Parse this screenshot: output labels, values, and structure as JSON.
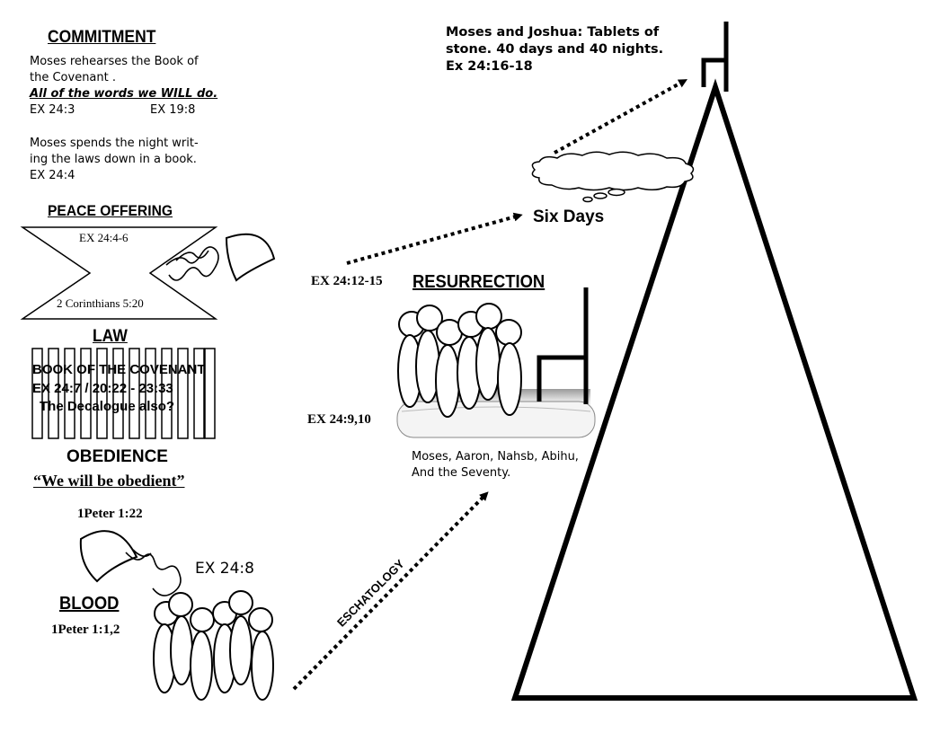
{
  "commitment": {
    "heading": "COMMITMENT",
    "line1": "Moses rehearses the Book of",
    "line2": "the Covenant .",
    "emphasis": "All of the words we WILL do.",
    "ref_a": "EX 24:3",
    "ref_b": "EX 19:8",
    "night1": "Moses spends the night writ-",
    "night2": "ing the laws down in a book.",
    "night_ref": "EX 24:4"
  },
  "peace_offering": {
    "heading": "PEACE OFFERING",
    "ref_top": "EX 24:4-6",
    "ref_bottom": "2 Corinthians 5:20"
  },
  "law": {
    "heading": "LAW",
    "line1": "BOOK OF THE COVENANT",
    "line2": "EX 24:7 / 20:22 - 23:33",
    "line3": "The Decalogue also?"
  },
  "obedience": {
    "heading": "OBEDIENCE",
    "quote": "“We will be obedient”",
    "ref": "1Peter 1:22"
  },
  "blood": {
    "heading": "BLOOD",
    "ref": "1Peter 1:1,2",
    "ex_ref": "EX 24:8"
  },
  "eschatology": {
    "label": "ESCHATOLOGY"
  },
  "resurrection": {
    "heading": "RESURRECTION",
    "ref_top": "EX 24:12-15",
    "ref_mid": "EX 24:9,10",
    "names1": "Moses, Aaron, Nahsb, Abihu,",
    "names2": "And the Seventy."
  },
  "six_days": {
    "label": "Six Days"
  },
  "summit": {
    "line1": "Moses and Joshua: Tablets of",
    "line2": "stone. 40 days and 40 nights.",
    "line3": "Ex 24:16-18"
  }
}
